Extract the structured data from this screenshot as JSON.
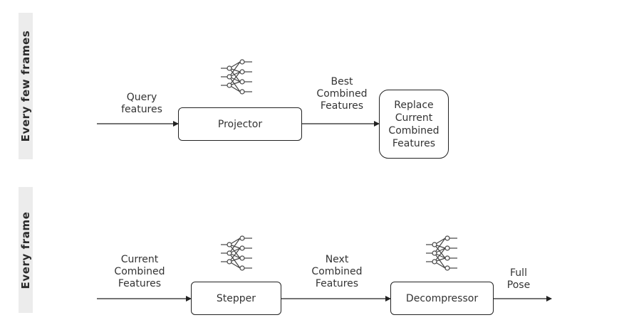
{
  "bands": {
    "top": "Every few frames",
    "bottom": "Every frame"
  },
  "top_row": {
    "input_label": "Query\nfeatures",
    "projector": "Projector",
    "mid_label": "Best\nCombined\nFeatures",
    "output_box": "Replace\nCurrent\nCombined\nFeatures"
  },
  "bottom_row": {
    "input_label": "Current\nCombined\nFeatures",
    "stepper": "Stepper",
    "mid_label": "Next\nCombined\nFeatures",
    "decompressor": "Decompressor",
    "output_label": "Full\nPose"
  },
  "icons": {
    "network": "neural-network-icon"
  }
}
